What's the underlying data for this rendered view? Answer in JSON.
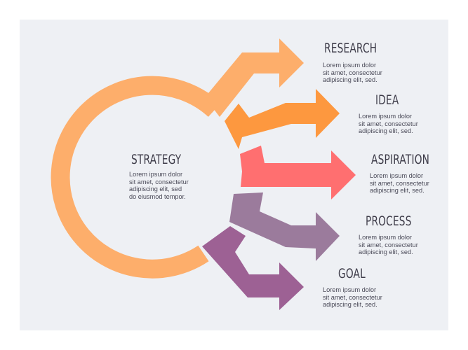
{
  "colors": {
    "research": "#fdae6b",
    "idea": "#fd983f",
    "aspiration": "#ff6f70",
    "process": "#9b7b9c",
    "goal": "#9d6194",
    "ring": "#fdae6b",
    "text": "#3f3d4a"
  },
  "center": {
    "title": "STRATEGY",
    "lines": [
      "Lorem ipsum dolor",
      "sit amet, consectetur",
      "adipiscing elit, sed",
      "do eiusmod tempor."
    ]
  },
  "steps": [
    {
      "title": "RESEARCH",
      "lines": [
        "Lorem ipsum dolor",
        "sit amet, consectetur",
        "adipiscing elit, sed."
      ]
    },
    {
      "title": "IDEA",
      "lines": [
        "Lorem ipsum dolor",
        "sit amet, consectetur",
        "adipiscing elit, sed."
      ]
    },
    {
      "title": "ASPIRATION",
      "lines": [
        "Lorem ipsum dolor",
        "sit amet, consectetur",
        "adipiscing elit, sed."
      ]
    },
    {
      "title": "PROCESS",
      "lines": [
        "Lorem ipsum dolor",
        "sit amet, consectetur",
        "adipiscing elit, sed."
      ]
    },
    {
      "title": "GOAL",
      "lines": [
        "Lorem ipsum dolor",
        "sit amet, consectetur",
        "adipiscing elit, sed."
      ]
    }
  ]
}
